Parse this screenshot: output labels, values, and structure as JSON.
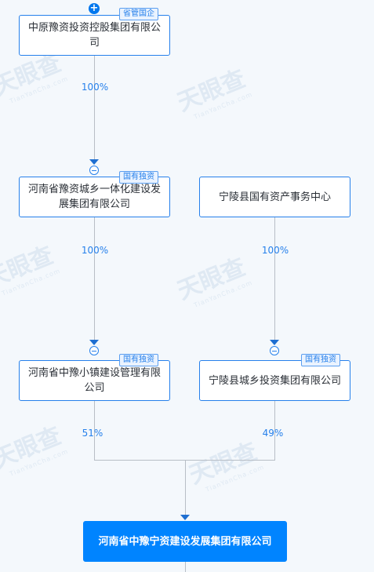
{
  "nodes": {
    "top": {
      "name": "中原豫资投资控股集团有限公司",
      "tag": "省管国企"
    },
    "city_town": {
      "name": "河南省豫资城乡一体化建设发展集团有限公司",
      "tag": "国有独资"
    },
    "ningling_center": {
      "name": "宁陵县国有资产事务中心"
    },
    "small_town": {
      "name": "河南省中豫小镇建设管理有限公司",
      "tag": "国有独资"
    },
    "ningling_invest": {
      "name": "宁陵县城乡投资集团有限公司",
      "tag": "国有独资"
    },
    "target": {
      "name": "河南省中豫宁资建设发展集团有限公司"
    }
  },
  "edges": {
    "top_to_city": "100%",
    "city_to_small": "100%",
    "center_to_invest": "100%",
    "small_to_target": "51%",
    "invest_to_target": "49%"
  },
  "watermark": {
    "cn": "天眼查",
    "en": "TianYanCha.com"
  }
}
